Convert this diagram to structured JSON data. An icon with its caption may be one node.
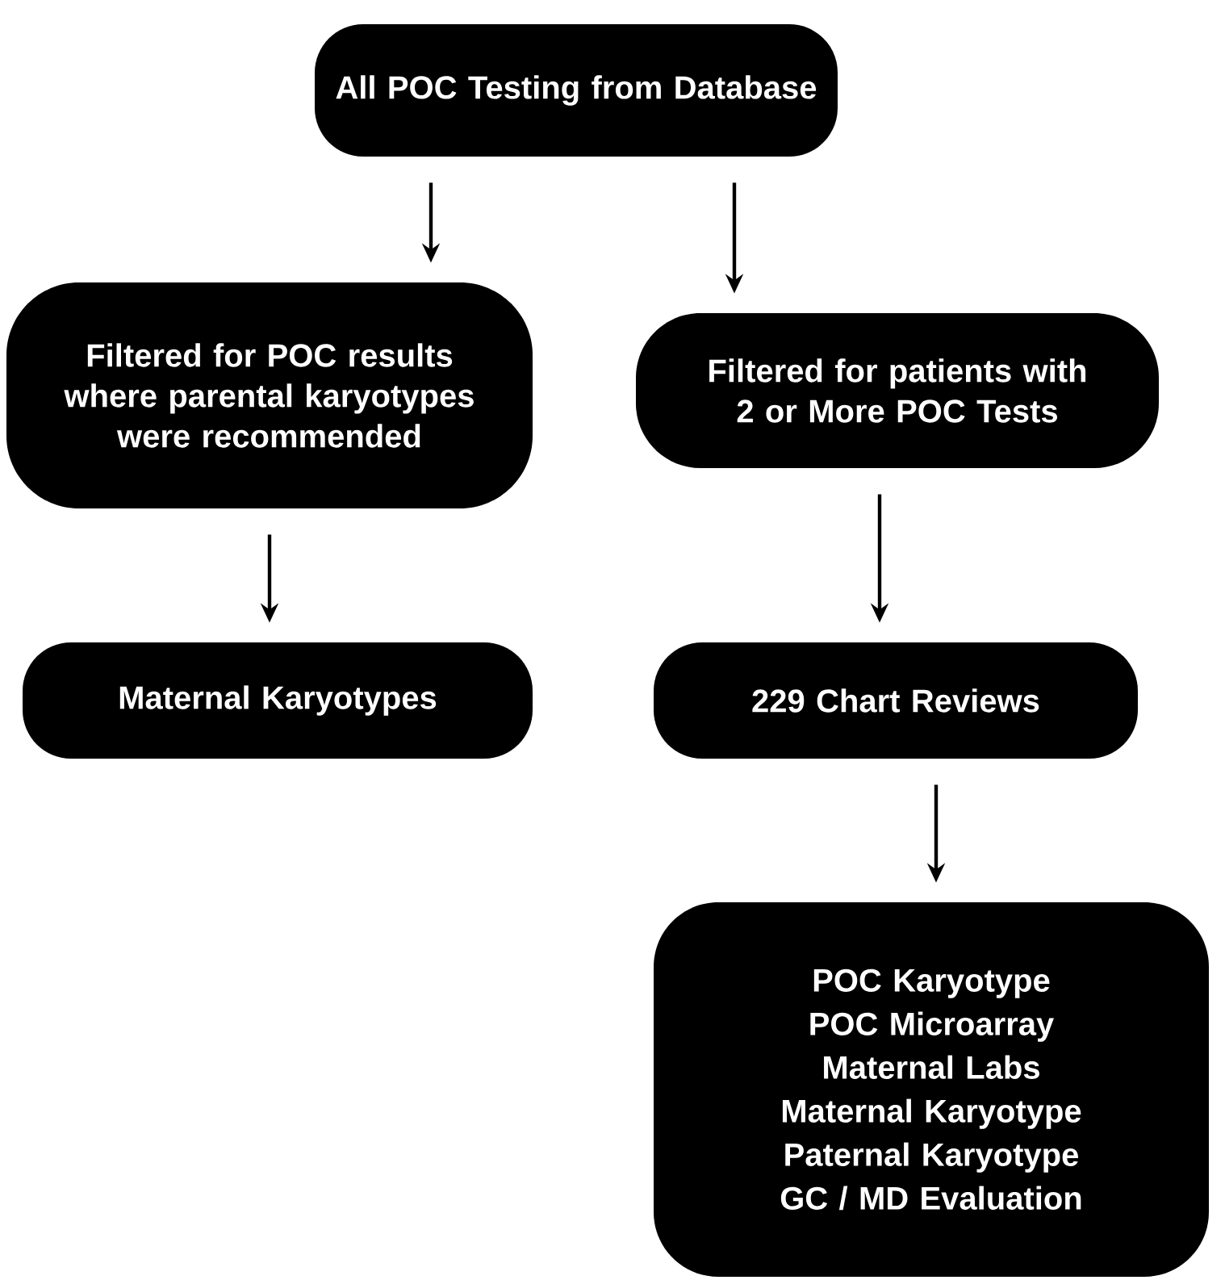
{
  "diagram": {
    "nodes": [
      {
        "text": [
          "All POC Testing from Database"
        ]
      },
      {
        "text": [
          "Filtered for POC results where parental karyotypes were recommended"
        ]
      },
      {
        "text": [
          "Filtered for patients with 2 or More POC Tests"
        ]
      },
      {
        "text": [
          "Maternal Karyotypes"
        ]
      },
      {
        "text": [
          "229 Chart Reviews"
        ]
      },
      {
        "text": [
          "POC Karyotype",
          "POC Microarray",
          "Maternal Labs",
          "Maternal Karyotype",
          "Paternal Karyotype",
          "GC / MD Evaluation"
        ]
      }
    ],
    "edges": [
      {
        "from": 0,
        "to": 1,
        "arrow": "to"
      },
      {
        "from": 0,
        "to": 2,
        "arrow": "to"
      },
      {
        "from": 1,
        "to": 3,
        "arrow": "to"
      },
      {
        "from": 2,
        "to": 4,
        "arrow": "to"
      },
      {
        "from": 4,
        "to": 5,
        "arrow": "to"
      }
    ]
  }
}
